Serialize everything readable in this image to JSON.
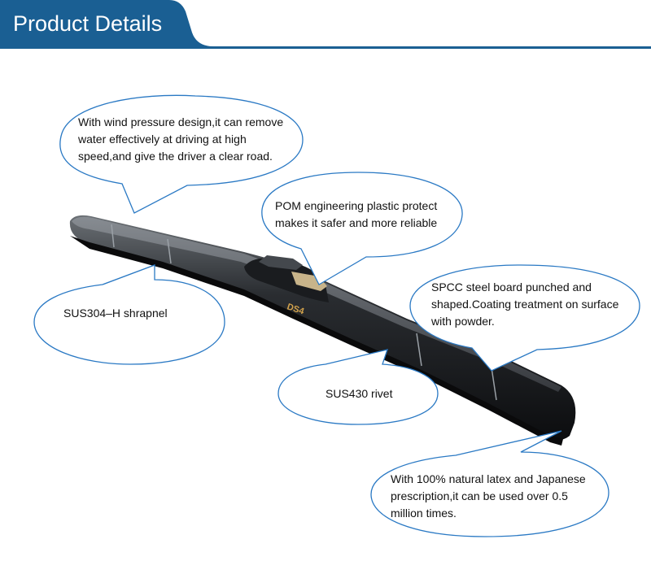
{
  "header": {
    "title": "Product Details",
    "color": "#1a5f93"
  },
  "callouts": [
    {
      "id": "wind",
      "text": "With wind pressure design,it can remove water effectively at driving at high speed,and give the driver a clear road."
    },
    {
      "id": "pom",
      "text": "POM engineering plastic protect makes it safer and more reliable"
    },
    {
      "id": "sus304",
      "text": "SUS304–H shrapnel"
    },
    {
      "id": "spcc",
      "text": "SPCC steel board punched and shaped.Coating treatment on surface with powder."
    },
    {
      "id": "sus430",
      "text": "SUS430 rivet"
    },
    {
      "id": "latex",
      "text": "With 100% natural latex and Japanese prescription,it can be used over 0.5 million times."
    }
  ],
  "product": {
    "logo_text": "DS4",
    "bubble_color": "#2a79c4"
  }
}
